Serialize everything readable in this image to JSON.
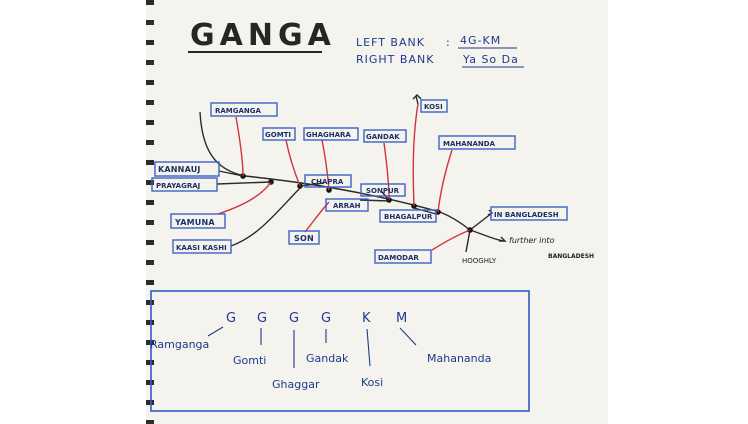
{
  "title": "GANGA",
  "banks": {
    "left_label": "LEFT BANK",
    "left_value": "4G-KM",
    "right_label": "RIGHT BANK",
    "right_value": "Ya So Da"
  },
  "diagram": {
    "ramganga": "RAMGANGA",
    "kosi": "KOSI",
    "gomti": "GOMTI",
    "ghaghara": "GHAGHARA",
    "gandak": "GANDAK",
    "mahananda": "MAHANANDA",
    "kannauj": "KANNAUJ",
    "prayagraj": "PRAYAGRAJ",
    "chapra": "CHAPRA",
    "sonpur": "SONPUR",
    "arrah": "ARRAH",
    "bhagalpur": "BHAGALPUR",
    "in_bangladesh": "IN BANGLADESH",
    "yamuna": "YAMUNA",
    "kashi": "KAASI KASHI",
    "son": "SON",
    "damodar": "DAMODAR",
    "hooghly": "HOOGHLY",
    "further": "further into",
    "further2": "BANGLADESH"
  },
  "mnemonic": {
    "letters": [
      "G",
      "G",
      "G",
      "G",
      "K",
      "M"
    ],
    "ramganga": "Ramganga",
    "gomti": "Gomti",
    "ghaggar": "Ghaggar",
    "gandak": "Gandak",
    "kosi": "Kosi",
    "mahananda": "Mahananda"
  }
}
